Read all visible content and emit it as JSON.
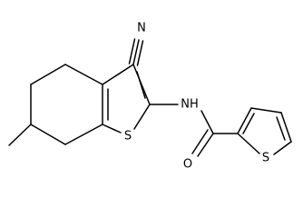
{
  "atoms": {
    "nitrile_n": "N",
    "thiophene_s_left": "S",
    "amide_nh": "NH",
    "carbonyl_o": "O",
    "thiophene_s_right": "S"
  },
  "colors": {
    "bond": "#000000",
    "label": "#000000",
    "background": "#ffffff"
  }
}
